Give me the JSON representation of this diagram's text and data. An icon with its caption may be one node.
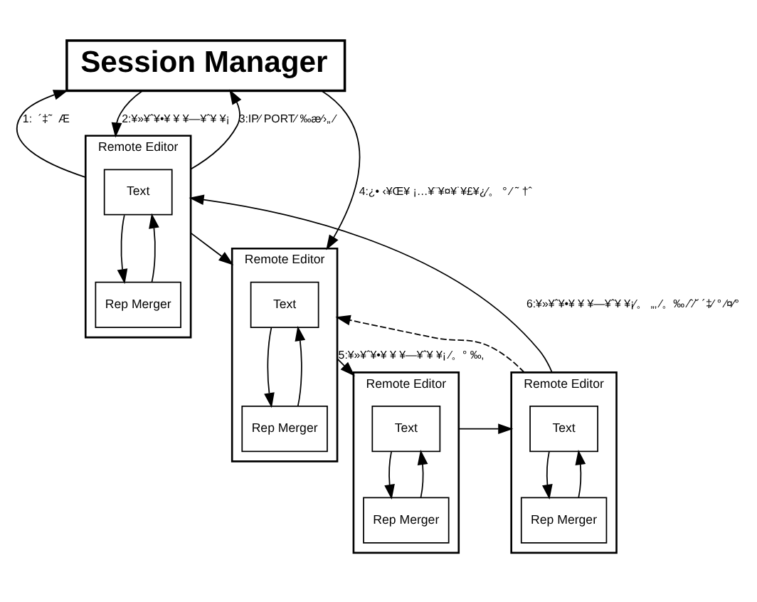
{
  "diagram": {
    "nodes": [
      {
        "text": [
          "Session Manager"
        ]
      },
      {
        "text": [
          "Remote Editor"
        ]
      },
      {
        "text": [
          "Text"
        ],
        "in": 1
      },
      {
        "text": [
          "Rep Merger"
        ],
        "in": 1
      },
      {
        "text": [
          "Remote Editor"
        ]
      },
      {
        "text": [
          "Text"
        ],
        "in": 4
      },
      {
        "text": [
          "Rep Merger"
        ],
        "in": 4
      },
      {
        "text": [
          "Remote Editor"
        ]
      },
      {
        "text": [
          "Text"
        ],
        "in": 7
      },
      {
        "text": [
          "Rep Merger"
        ],
        "in": 7
      },
      {
        "text": [
          "Remote Editor"
        ]
      },
      {
        "text": [
          "Text"
        ],
        "in": 10
      },
      {
        "text": [
          "Rep Merger"
        ],
        "in": 10
      }
    ],
    "edges": [
      {
        "from": 1,
        "to": 0,
        "arrow": "to",
        "label": "1:  ´‡˜  Æ"
      },
      {
        "from": 0,
        "to": 1,
        "arrow": "to",
        "label": "2:¥»¥ˆ¥•¥ ¥ ¥—¥ˆ¥ ¥¡"
      },
      {
        "from": 1,
        "to": 0,
        "arrow": "to",
        "label": "3:IP⁄ PORT⁄ ‰æ⁄›„ ⁄"
      },
      {
        "from": 0,
        "to": 4,
        "arrow": "to",
        "label": "4:¿• ‹¥Œ¥ ¡…¥¨¥¤¥˙¥£¥¿⁄。 ° ⁄ ˜ †ˆ"
      },
      {
        "from": 1,
        "to": 4,
        "arrow": "to"
      },
      {
        "from": 4,
        "to": 7,
        "arrow": "to",
        "label": "5:¥»¥ˆ¥•¥ ¥ ¥—¥ˆ¥ ¥¡ ⁄。° ‰‚"
      },
      {
        "from": 7,
        "to": 10,
        "arrow": "to"
      },
      {
        "from": 10,
        "to": 4,
        "arrow": "to",
        "style": "dashed"
      },
      {
        "from": 10,
        "to": 1,
        "arrow": "to",
        "label": "6:¥»¥ˆ¥•¥ ¥ ¥—¥ˆ¥ ¥¡⁄。 „‚ ⁄。‰ ⁄ˆ⁄˘ ´‡⁄ ° ⁄¤⁄°"
      },
      {
        "from": 2,
        "to": 3,
        "arrow": "to"
      },
      {
        "from": 3,
        "to": 2,
        "arrow": "to"
      },
      {
        "from": 5,
        "to": 6,
        "arrow": "to"
      },
      {
        "from": 6,
        "to": 5,
        "arrow": "to"
      },
      {
        "from": 8,
        "to": 9,
        "arrow": "to"
      },
      {
        "from": 9,
        "to": 8,
        "arrow": "to"
      },
      {
        "from": 11,
        "to": 12,
        "arrow": "to"
      },
      {
        "from": 12,
        "to": 11,
        "arrow": "to"
      }
    ]
  }
}
